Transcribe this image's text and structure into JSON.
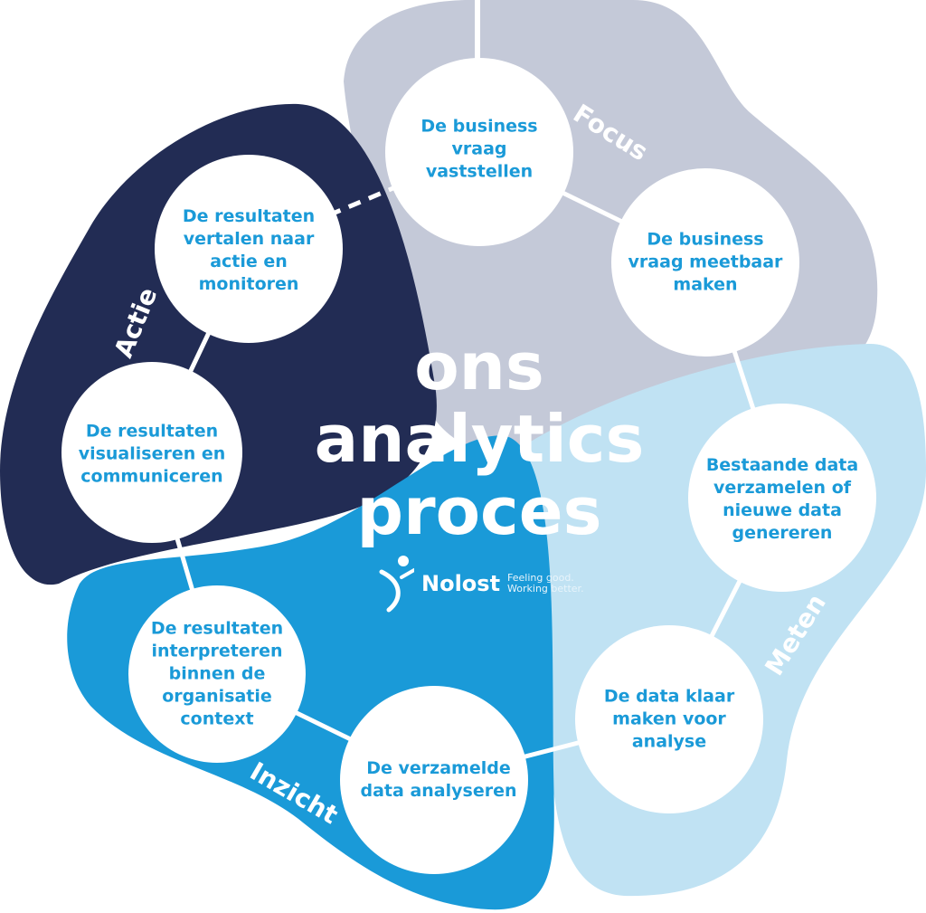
{
  "title_lines": [
    "ons",
    "analytics",
    "proces"
  ],
  "phases": {
    "focus": "Focus",
    "actie": "Actie",
    "meten": "Meten",
    "inzicht": "Inzicht"
  },
  "steps": [
    {
      "label": "De business vraag vaststellen"
    },
    {
      "label": "De business vraag meetbaar maken"
    },
    {
      "label": "Bestaande data verzamelen of nieuwe data genereren"
    },
    {
      "label": "De data klaar maken voor analyse"
    },
    {
      "label": "De verzamelde data analyseren"
    },
    {
      "label": "De resultaten interpreteren binnen de organisatie context"
    },
    {
      "label": "De resultaten visualiseren en communiceren"
    },
    {
      "label": "De resultaten vertalen naar actie en monitoren"
    }
  ],
  "logo": {
    "name": "Nolost",
    "tagline_1": "Feeling good.",
    "tagline_2": "Working better."
  },
  "colors": {
    "focus": "#c4c9d8",
    "actie": "#222c54",
    "inzicht": "#1a9ad8",
    "meten": "#c0e2f3",
    "text": "#1a9ad8"
  }
}
